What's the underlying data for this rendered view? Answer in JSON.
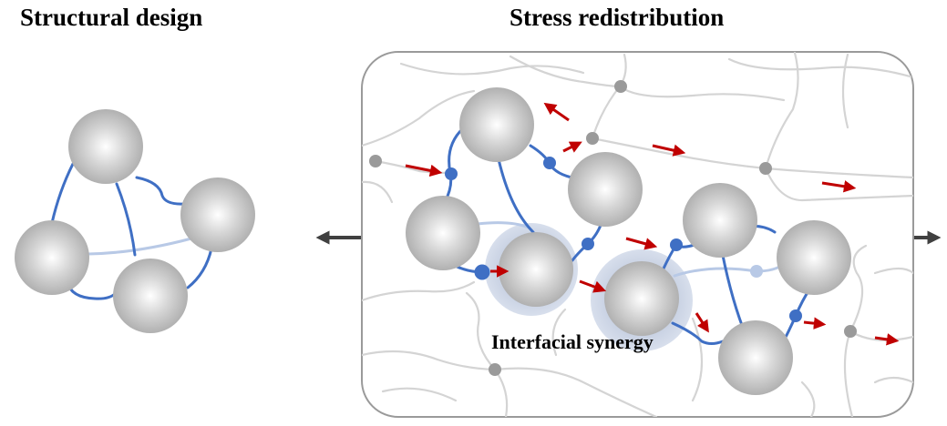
{
  "titles": {
    "structural_design": "Structural design",
    "stress_redistribution": "Stress redistribution"
  },
  "annotations": {
    "interfacial_synergy": "Interfacial synergy"
  },
  "colors": {
    "chain_blue": "#3f6fc4",
    "chain_light_blue": "#b8c9e6",
    "matrix_gray": "#d4d4d4",
    "crosslink_gray": "#9a9a9a",
    "stress_arrow": "#c00000",
    "pull_arrow": "#404040",
    "halo": "#c3cde0",
    "panel_border": "#9a9a9a"
  }
}
